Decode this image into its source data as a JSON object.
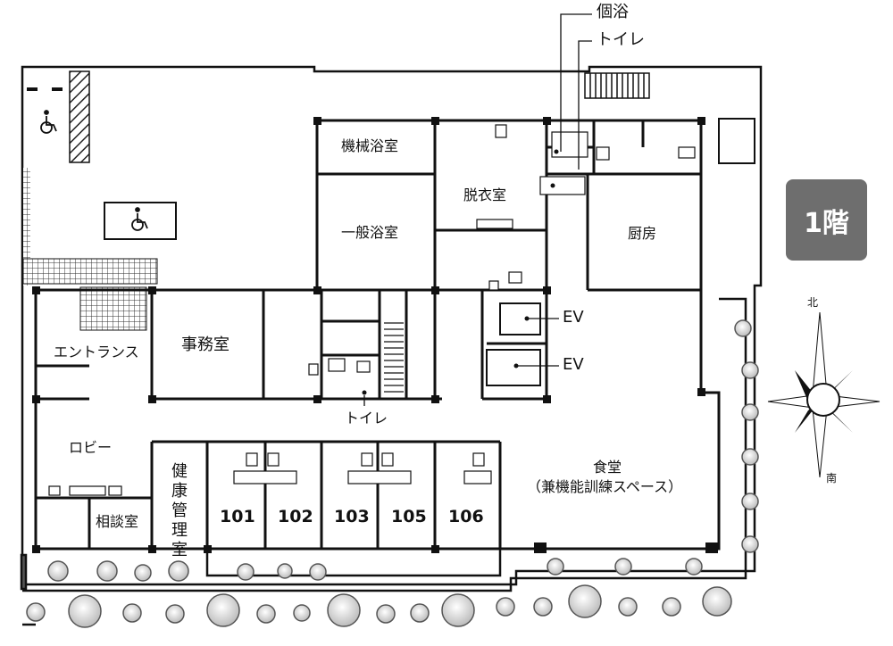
{
  "floor_badge": "1階",
  "compass": {
    "north": "北",
    "south": "南"
  },
  "callouts": {
    "private_bath": "個浴",
    "toilet_top": "トイレ",
    "ev1": "EV",
    "ev2": "EV"
  },
  "rooms": {
    "machine_bath": "機械浴室",
    "changing_room": "脱衣室",
    "general_bath": "一般浴室",
    "kitchen": "厨房",
    "office": "事務室",
    "entrance": "エントランス",
    "toilet": "トイレ",
    "lobby": "ロビー",
    "consultation": "相談室",
    "health_room": "健康管理室",
    "dining": "食堂",
    "dining_sub": "（兼機能訓練スペース）"
  },
  "units": [
    "101",
    "102",
    "103",
    "105",
    "106"
  ]
}
